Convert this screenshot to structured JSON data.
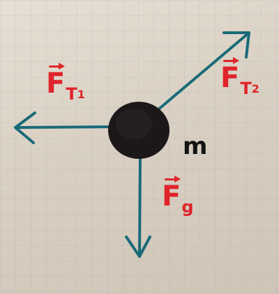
{
  "forces": [
    {
      "id": "ft1",
      "name": "tension-force-1",
      "symbol": "F",
      "subscript": "T",
      "sub_subscript": "1",
      "direction": "left"
    },
    {
      "id": "ft2",
      "name": "tension-force-2",
      "symbol": "F",
      "subscript": "T",
      "sub_subscript": "2",
      "direction": "up-right"
    },
    {
      "id": "fg",
      "name": "gravity-force",
      "symbol": "F",
      "subscript": "g",
      "sub_subscript": "",
      "direction": "down"
    }
  ],
  "mass": {
    "label": "m"
  },
  "colors": {
    "arrow": "#1a6a78",
    "label": "#e0242b",
    "mass_body": "#1c1719",
    "mass_text": "#141414"
  }
}
